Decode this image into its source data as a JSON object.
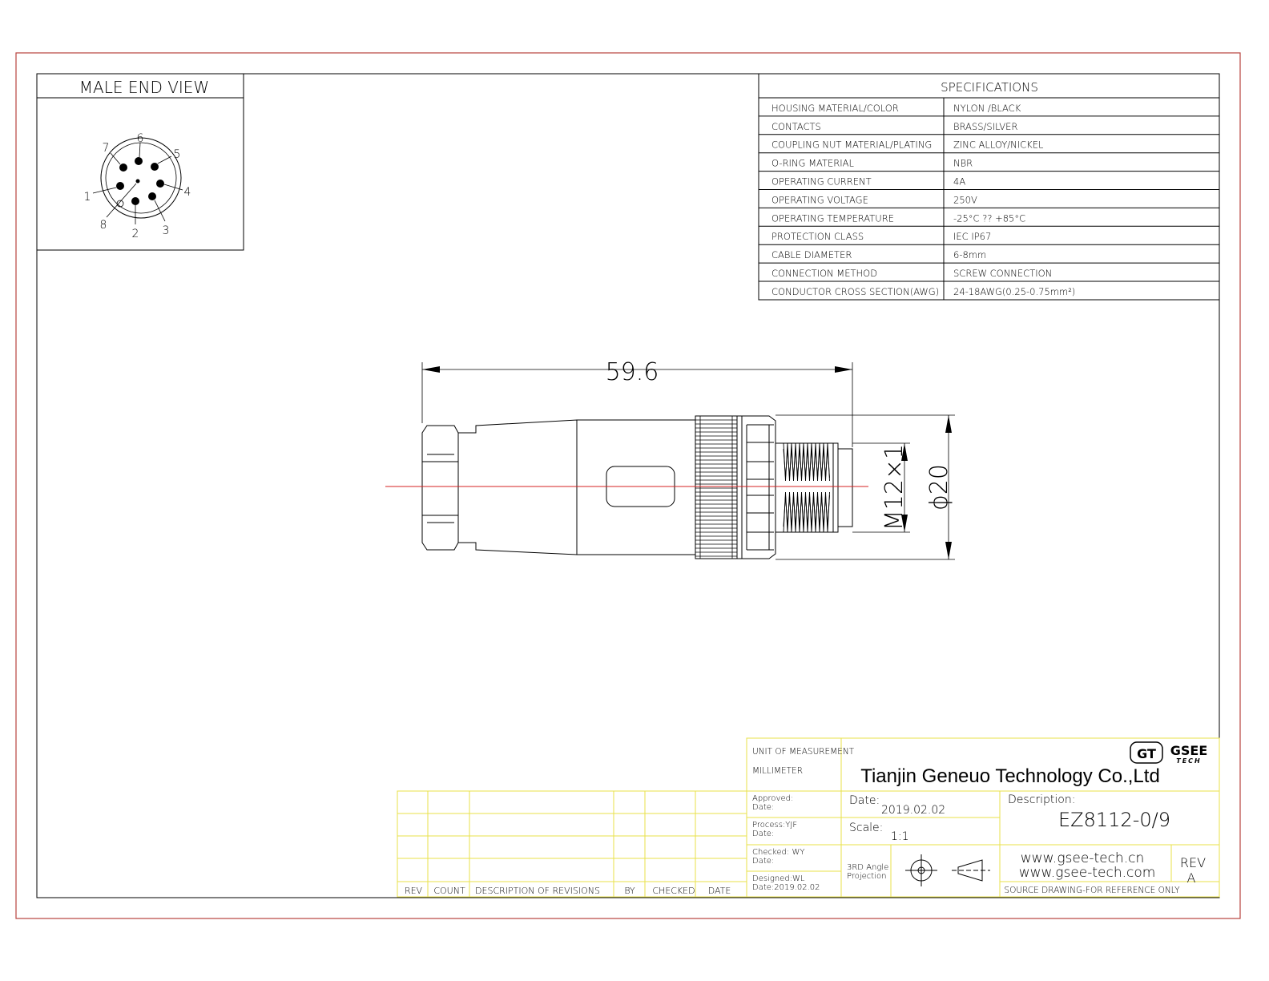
{
  "male_end_view": {
    "title": "MALE END VIEW",
    "pins": [
      "1",
      "2",
      "3",
      "4",
      "5",
      "6",
      "7",
      "8"
    ]
  },
  "specifications": {
    "title": "SPECIFICATIONS",
    "rows": [
      {
        "label": "HOUSING MATERIAL/COLOR",
        "value": "NYLON /BLACK"
      },
      {
        "label": "CONTACTS",
        "value": "BRASS/SILVER"
      },
      {
        "label": "COUPLING NUT MATERIAL/PLATING",
        "value": "ZINC ALLOY/NICKEL"
      },
      {
        "label": "O-RING MATERIAL",
        "value": "NBR"
      },
      {
        "label": "OPERATING CURRENT",
        "value": "4A"
      },
      {
        "label": "OPERATING VOLTAGE",
        "value": "250V"
      },
      {
        "label": "OPERATING TEMPERATURE",
        "value": "-25°C ?? +85°C"
      },
      {
        "label": "PROTECTION CLASS",
        "value": "IEC  IP67"
      },
      {
        "label": "CABLE  DIAMETER",
        "value": "6-8mm"
      },
      {
        "label": "CONNECTION  METHOD",
        "value": "SCREW  CONNECTION"
      },
      {
        "label": "CONDUCTOR  CROSS  SECTION(AWG)",
        "value": "24-18AWG(0.25-0.75mm²)"
      }
    ]
  },
  "dimensions": {
    "length": "59.6",
    "thread": "M12×1",
    "diameter": "ϕ20"
  },
  "revisions": {
    "headers": [
      "REV",
      "COUNT",
      "DESCRIPTION  OF  REVISIONS",
      "BY",
      "CHECKED",
      "DATE"
    ]
  },
  "title_block": {
    "unit_label": "UNIT OF MEASUREMENT",
    "unit_value": "MILLIMETER",
    "company": "Tianjin Geneuo Technology Co.,Ltd",
    "logo_mark": "GT",
    "logo_text": "GSEE",
    "logo_sub": "TECH",
    "approved": "Approved:",
    "approved_date": "Date:",
    "process": "Process:YJF",
    "process_date": "Date:",
    "checked": "Checked: WY",
    "checked_date": "Date:",
    "designed": "Designed:WL",
    "designed_date": "Date:2019.02.02",
    "date_label": "Date:",
    "date_value": "2019.02.02",
    "scale_label": "Scale:",
    "scale_value": "1:1",
    "projection_line1": "3RD Angle",
    "projection_line2": "Projection",
    "description_label": "Description:",
    "description_value": "EZ8112-0/9",
    "website1": "www.gsee-tech.cn",
    "website2": "www.gsee-tech.com",
    "rev_label": "REV",
    "rev_value": "A",
    "source_note": "SOURCE DRAWING-FOR REFERENCE ONLY"
  }
}
